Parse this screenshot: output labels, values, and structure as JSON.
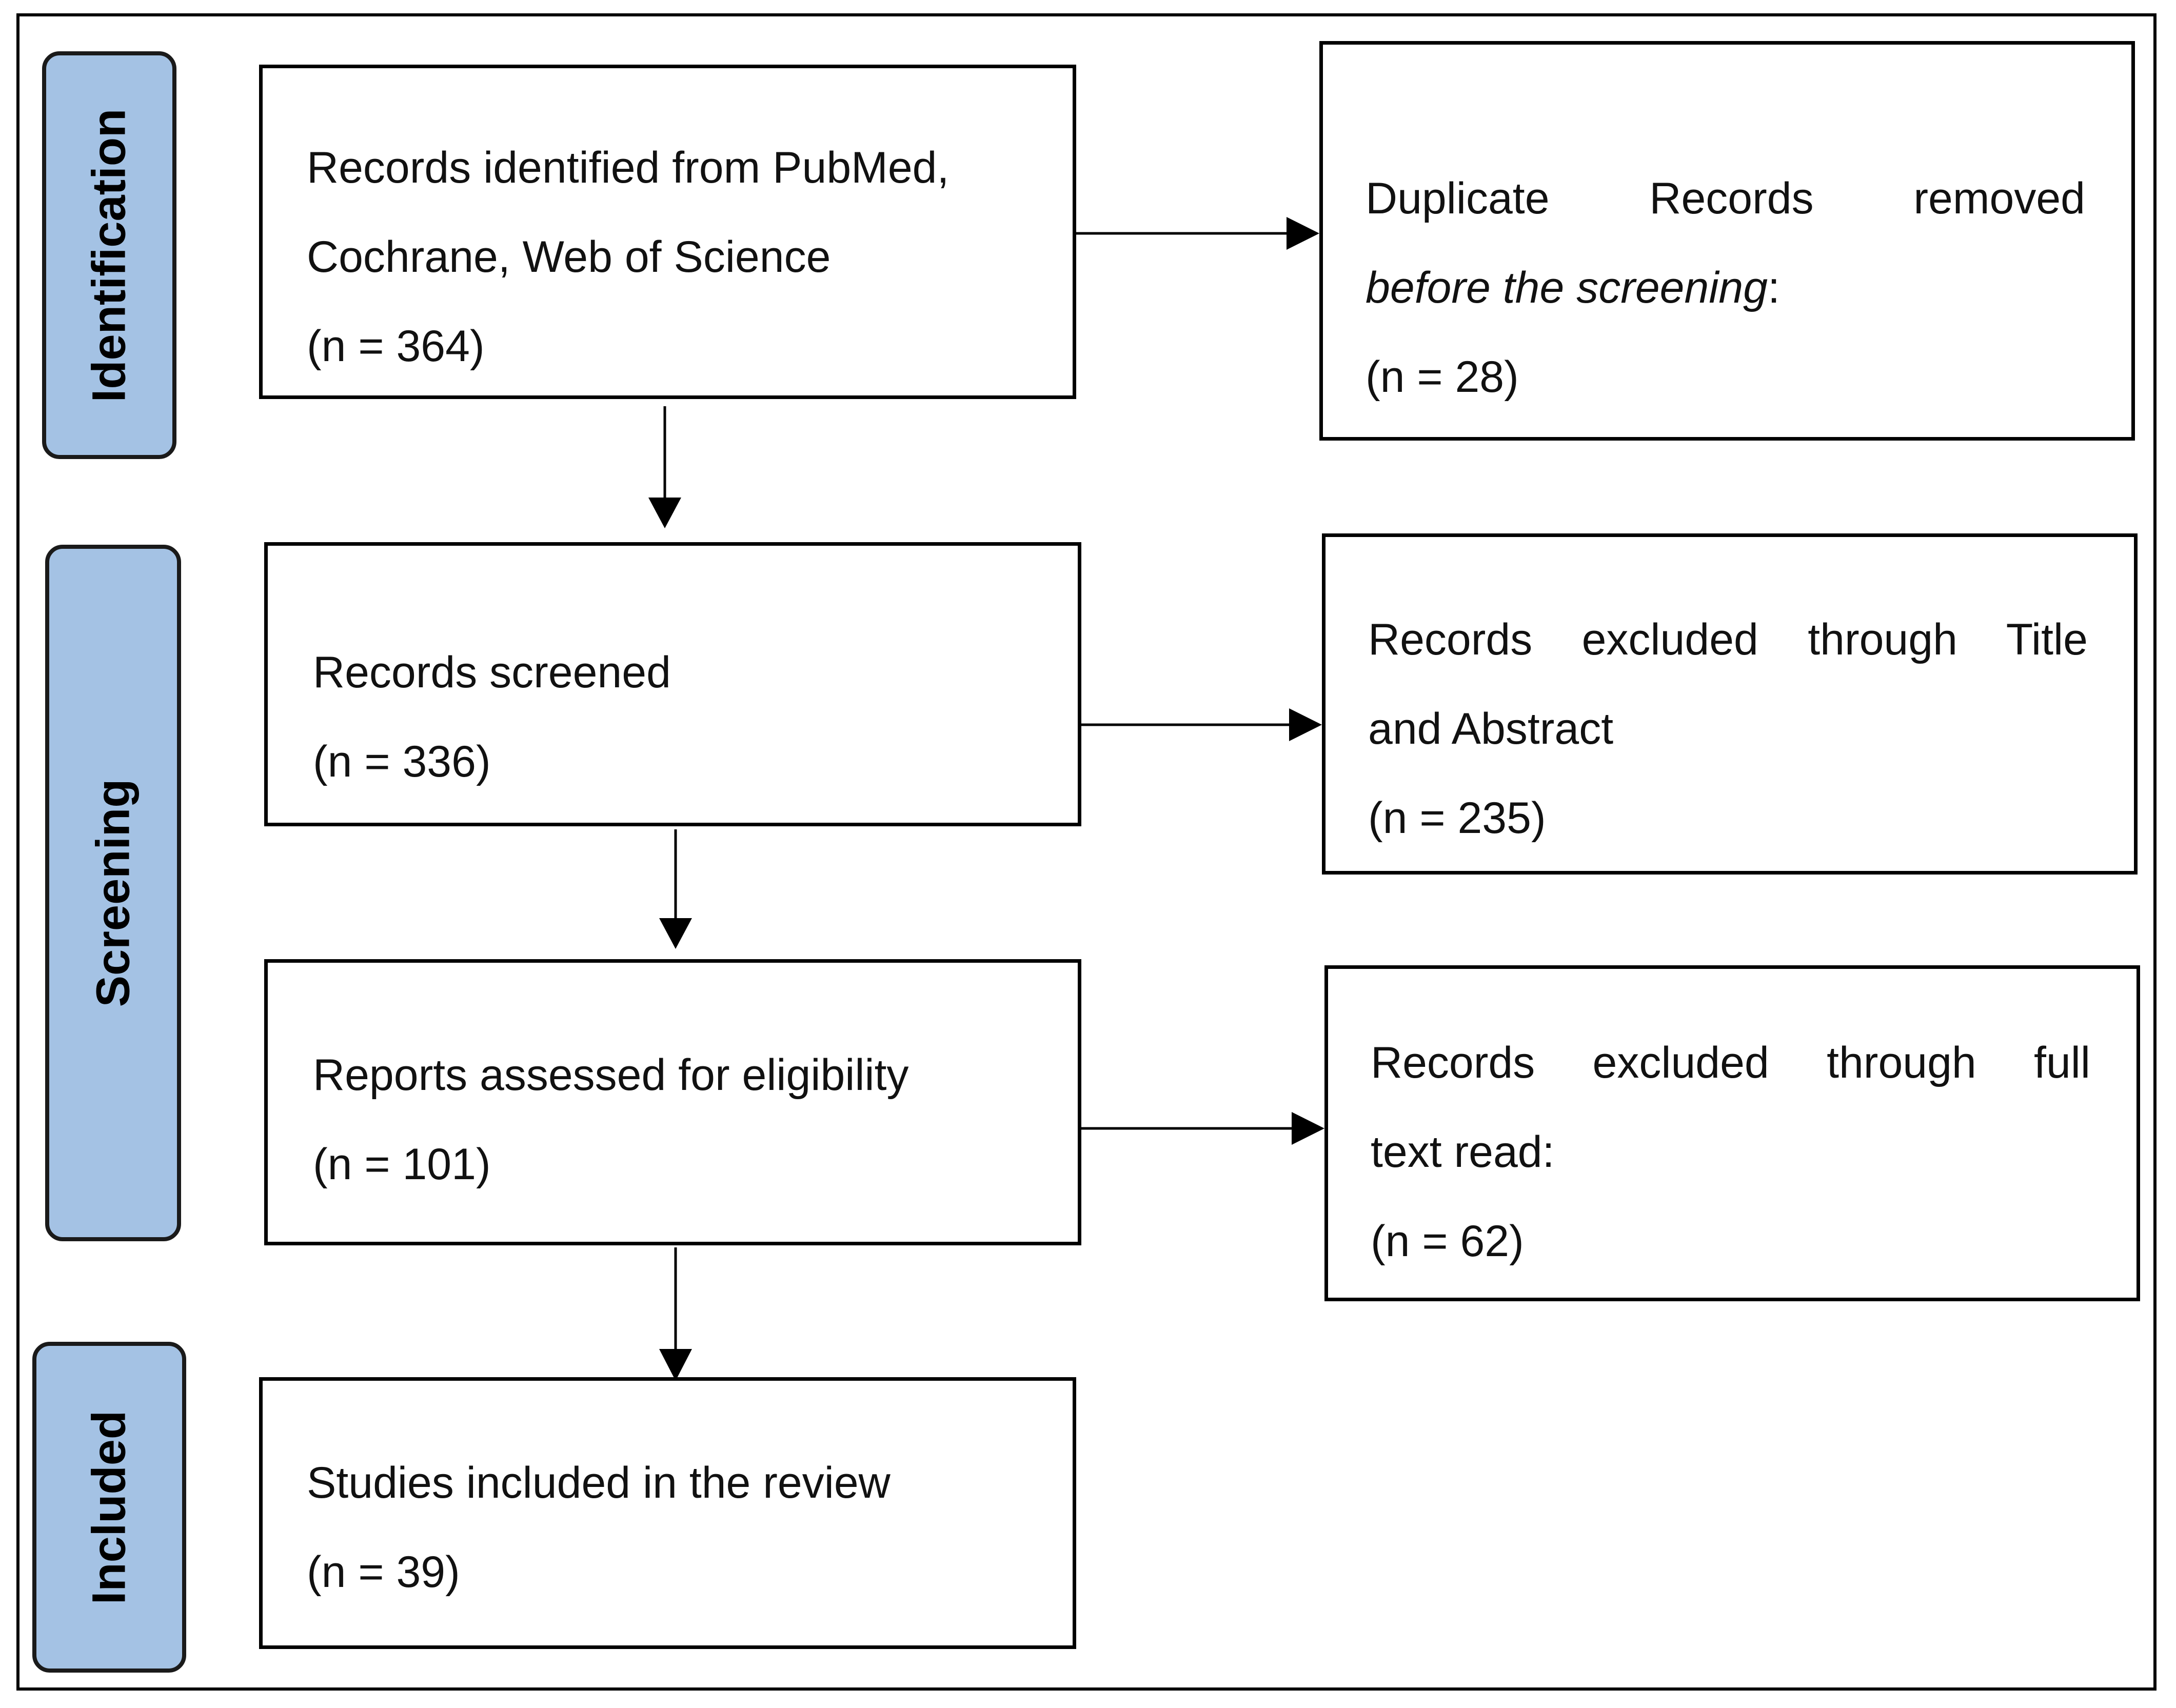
{
  "stages": {
    "identification": "Identification",
    "screening": "Screening",
    "included": "Included"
  },
  "boxes": {
    "identified": {
      "line1": "Records identified from PubMed,",
      "line2": "Cochrane, Web of Science",
      "count": "(n = 364)"
    },
    "duplicates": {
      "line1": "Duplicate Records removed",
      "line2_italic": "before the screening",
      "line2_suffix": ":",
      "count": "(n = 28)"
    },
    "screened": {
      "line1": "Records screened",
      "count": "(n = 336)"
    },
    "excluded_title_abstract": {
      "line1": "Records excluded through Title",
      "line2": "and Abstract",
      "count": "(n = 235)"
    },
    "eligibility": {
      "line1": "Reports assessed for eligibility",
      "count": "(n = 101)"
    },
    "excluded_full_text": {
      "line1": "Records excluded through full",
      "line2": "text read:",
      "count": "(n = 62)"
    },
    "included": {
      "line1": "Studies included in the review",
      "count": "(n = 39)"
    }
  }
}
